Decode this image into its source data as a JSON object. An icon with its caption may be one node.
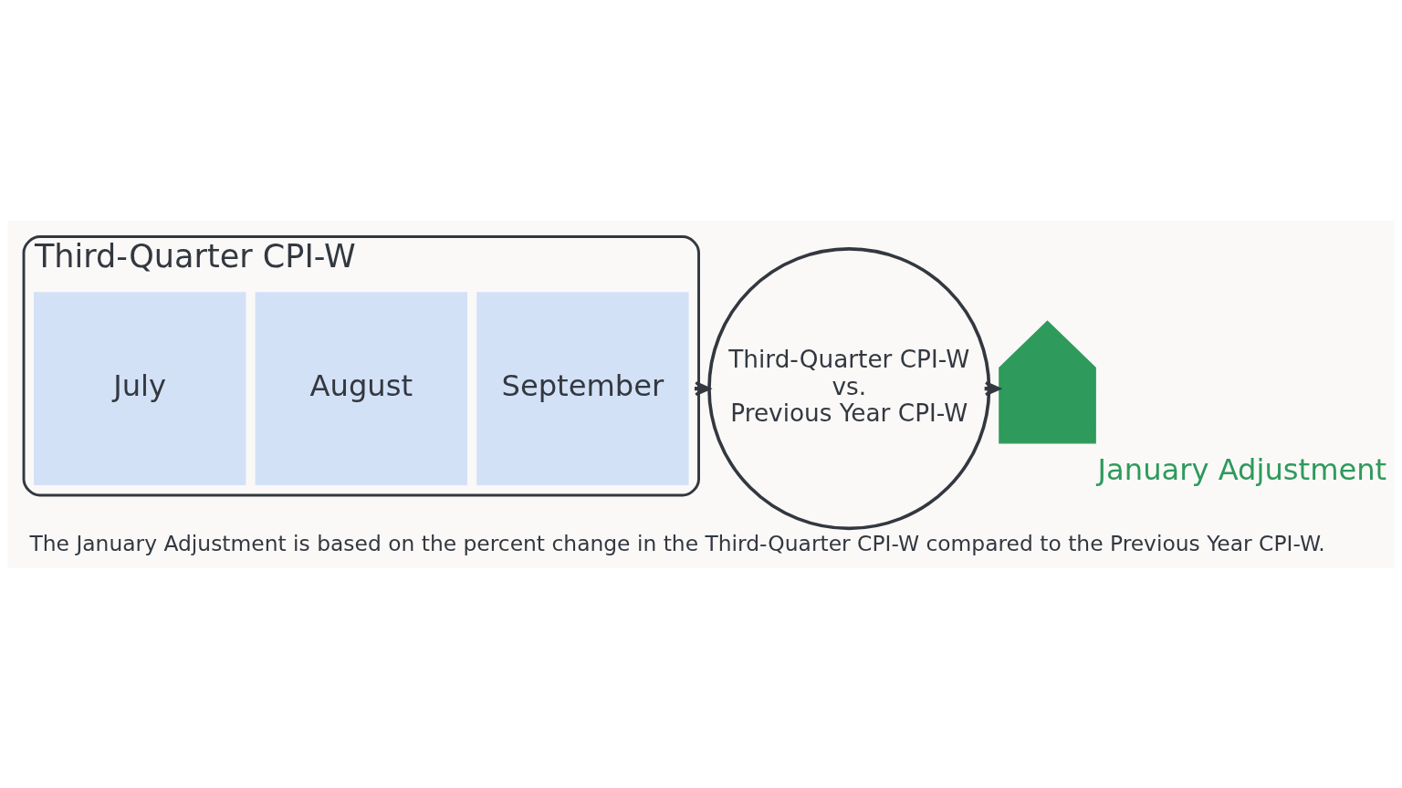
{
  "diagram": {
    "caption": "The January Adjustment is based on the percent change in the Third-Quarter CPI-W compared to the Previous Year CPI-W.",
    "nodes": [
      {
        "text": [
          "Third-Quarter CPI-W"
        ]
      },
      {
        "text": [
          "July"
        ],
        "in": 0
      },
      {
        "text": [
          "August"
        ],
        "in": 0
      },
      {
        "text": [
          "September"
        ],
        "in": 0
      },
      {
        "text": [
          "Third-Quarter CPI-W",
          "vs.",
          "Previous Year CPI-W"
        ]
      },
      {
        "text": [],
        "shape": "arrow",
        "beside": [
          "January Adjustment"
        ]
      }
    ],
    "edges": [
      {
        "from": 0,
        "to": 4,
        "arrow": "to"
      },
      {
        "from": 4,
        "to": 5,
        "arrow": "to"
      }
    ]
  }
}
